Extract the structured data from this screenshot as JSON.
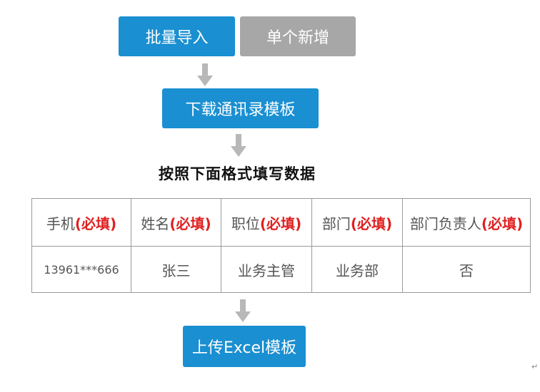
{
  "buttons": {
    "batch_import": "批量导入",
    "single_add": "单个新增",
    "download_template": "下载通讯录模板",
    "upload_template": "上传Excel模板"
  },
  "instruction": "按照下面格式填写数据",
  "table": {
    "headers": [
      {
        "label": "手机",
        "required": "(必填)"
      },
      {
        "label": "姓名",
        "required": "(必填)"
      },
      {
        "label": "职位",
        "required": "(必填)"
      },
      {
        "label": "部门",
        "required": "(必填)"
      },
      {
        "label": "部门负责人",
        "required": "(必填)"
      }
    ],
    "row": [
      "13961***666",
      "张三",
      "业务主管",
      "业务部",
      "否"
    ]
  },
  "colors": {
    "primary": "#1a8fd1",
    "secondary": "#a7a7a7",
    "arrow": "#b8b8b8",
    "required": "#e02020"
  },
  "icons": {
    "arrow": "arrow-down-icon"
  },
  "return_mark": "↵"
}
